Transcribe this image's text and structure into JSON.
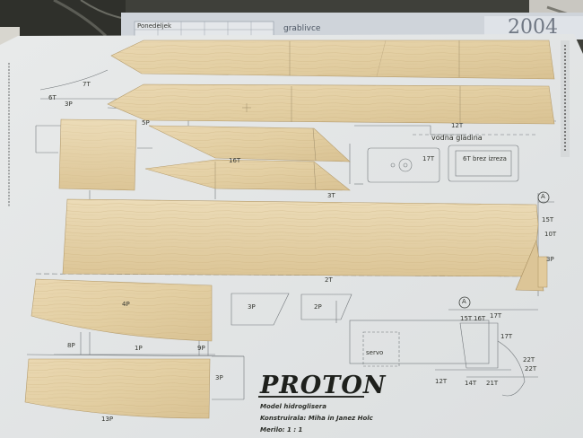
{
  "calendar": {
    "day": "Ponedeljek",
    "year": "2004",
    "publisher_word": "grablivce"
  },
  "plan": {
    "title": "PROTON",
    "subtitle": "Model hidroglisera",
    "designers": "Konstruirala: Miha in Janez Holc",
    "scale": "Merilo: 1 : 1",
    "waterline": "vodna gladina",
    "servo": "servo",
    "part_note": "6T brez izreza",
    "section_marks": [
      "A",
      "A"
    ],
    "part_labels": {
      "p7t": "7T",
      "p6t": "6T",
      "p3p": "3P",
      "p5p": "5P",
      "p15t": "15T",
      "p17t_a": "17T",
      "p17t_b": "17T",
      "p2t": "2T",
      "p3t": "3T",
      "p3p_b": "3P",
      "p2p": "2P",
      "p16t": "16T",
      "p8p": "8P",
      "p9p": "9P",
      "p1p": "1P",
      "p3p_c": "3P",
      "p13p": "13P",
      "p12t": "12T",
      "p14t": "14T",
      "p22t_a": "22T",
      "p22t_b": "22T",
      "p21t": "21T",
      "p12t_b": "12T",
      "p4p": "4P",
      "p10t": "10T"
    }
  }
}
